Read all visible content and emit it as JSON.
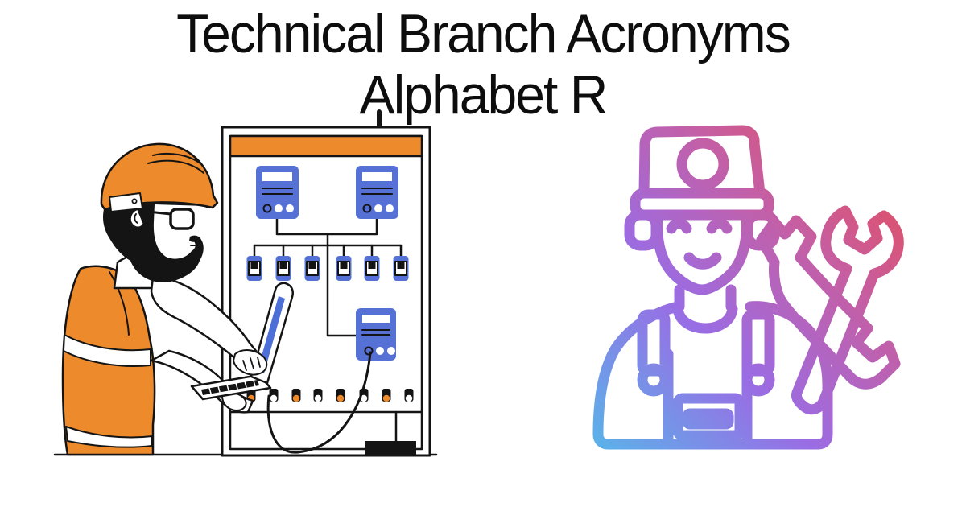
{
  "title": {
    "line1": "Technical Branch Acronyms",
    "line2": "Alphabet R"
  },
  "colors": {
    "background": "#ffffff",
    "title_text": "#0d0d0d",
    "outline_black": "#141414",
    "accent_orange": "#ED8A2C",
    "panel_blue": "#5571D6",
    "laptop_screen_blue": "#4D6FD8",
    "dot_white": "#ffffff",
    "gradient_blue": "#56B7EA",
    "gradient_purple": "#9A6CE4",
    "gradient_pink": "#C45FA6",
    "gradient_red": "#E84B52"
  },
  "illustrations": {
    "left": {
      "name": "engineer-at-control-cabinet",
      "alt": "Engineer wearing an orange hard hat and safety vest using a laptop connected by cable to an electrical control cabinet with blue server units and breaker modules"
    },
    "right": {
      "name": "mechanic-with-crossed-wrenches",
      "alt": "Gradient outline icon of a smiling mechanic in a cap and overalls beside two crossed wrenches"
    }
  }
}
